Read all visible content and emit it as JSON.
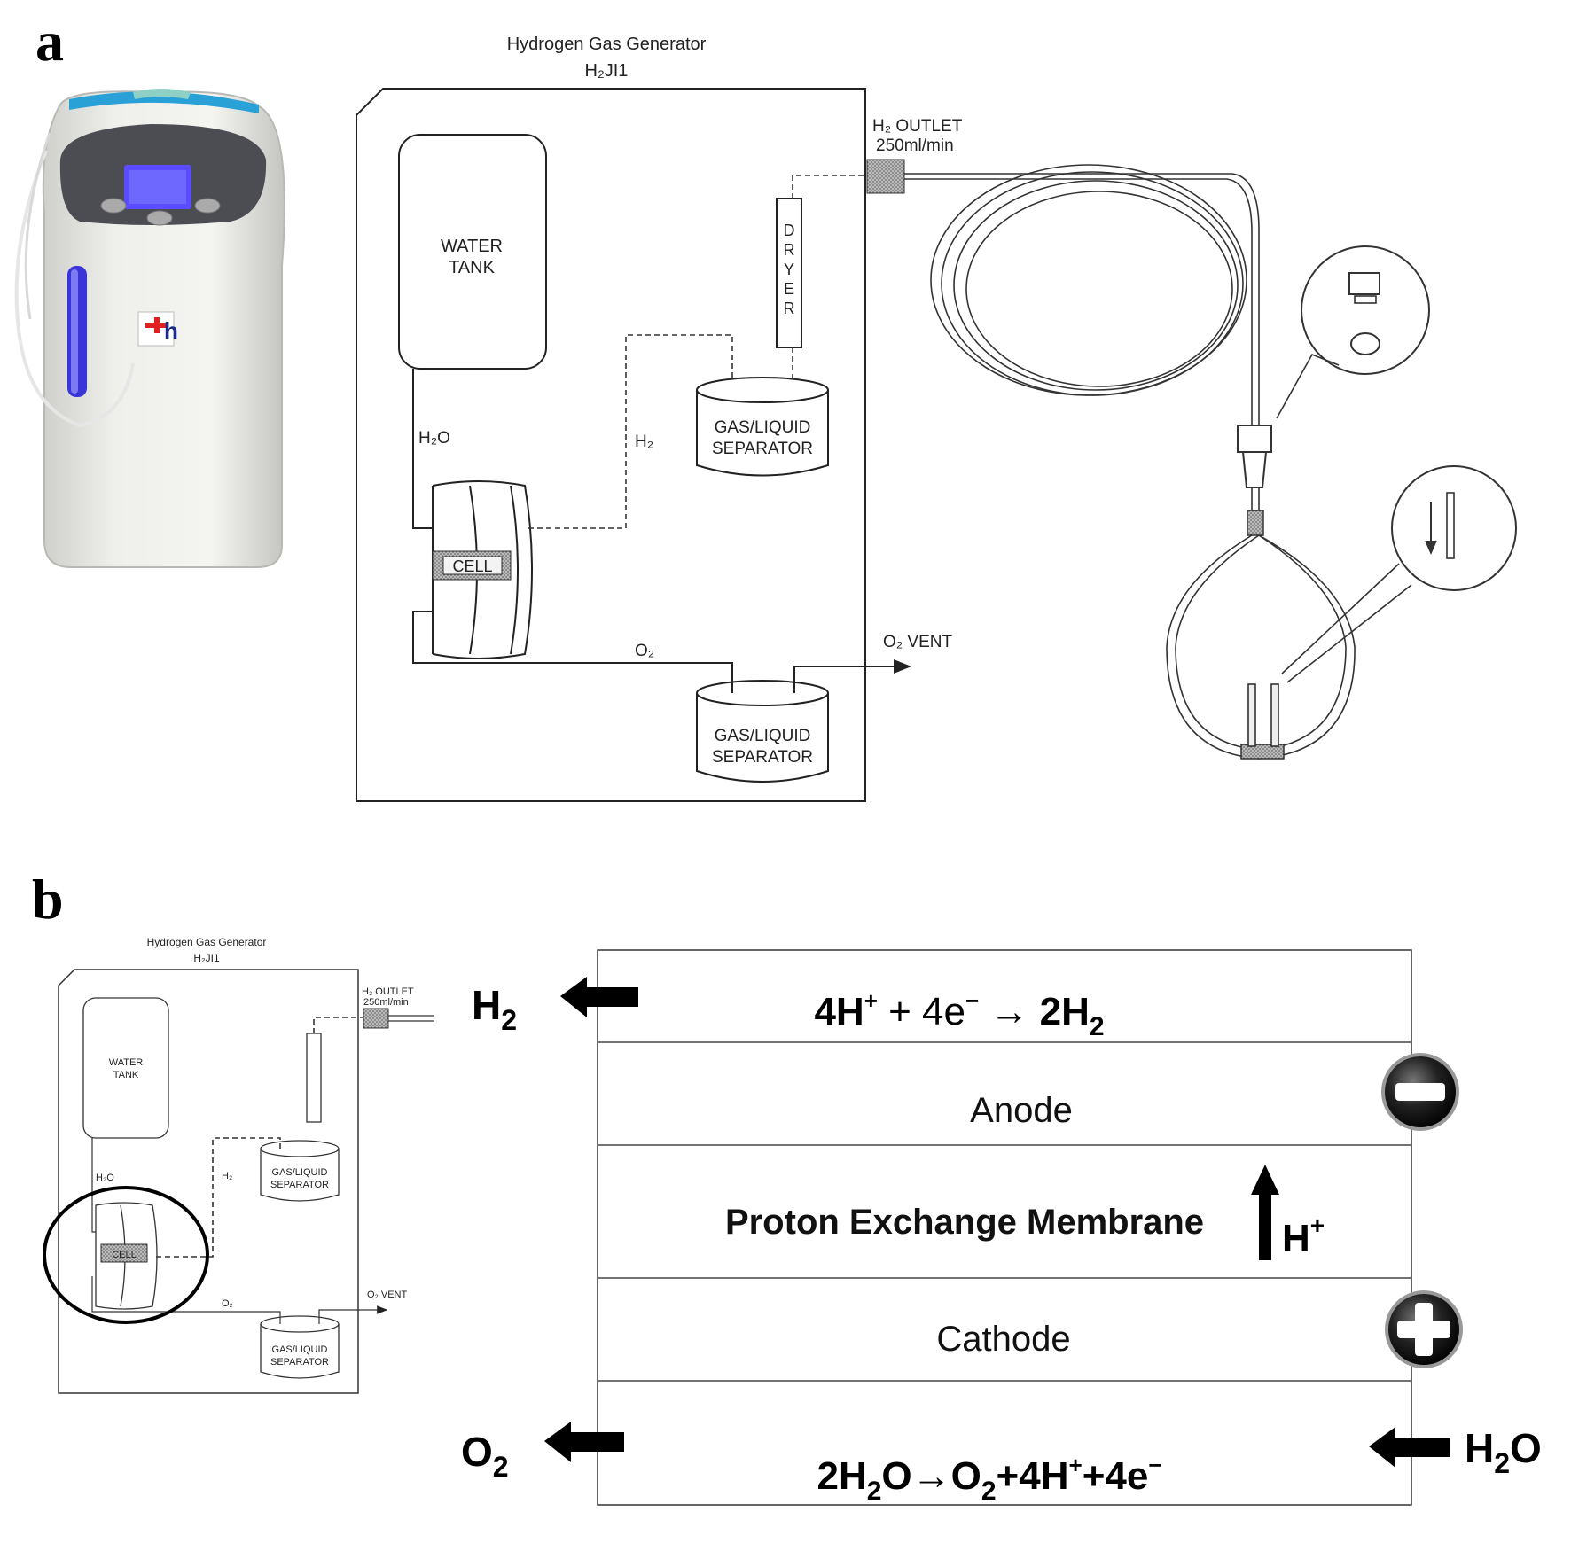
{
  "panels": {
    "a": "a",
    "b": "b"
  },
  "generator": {
    "title": "Hydrogen Gas Generator",
    "model": "H₂JI1",
    "water_tank": [
      "WATER",
      "TANK"
    ],
    "dryer": [
      "D",
      "R",
      "Y",
      "E",
      "R"
    ],
    "separator": [
      "GAS/LIQUID",
      "SEPARATOR"
    ],
    "cell": "CELL",
    "h2o": "H₂O",
    "h2": "H₂",
    "o2": "O₂",
    "o2_vent": "O₂ VENT",
    "outlet_line1": "H₂ OUTLET",
    "outlet_line2": "250ml/min"
  },
  "cell_diagram": {
    "h2_out": "H",
    "h2_sub": "2",
    "o2_out": "O",
    "o2_sub": "2",
    "h2o_in": "H",
    "h2o_sub": "2",
    "h2o_o": "O",
    "cathode_reaction": {
      "a": "4H",
      "sup1": "+",
      "b": " + 4e",
      "sup2": "−",
      "arrow": " → ",
      "c": "2H",
      "sub": "2"
    },
    "anode_reaction": {
      "a": "2H",
      "sub1": "2",
      "b": "O→O",
      "sub2": "2",
      "c": "+4H",
      "sup1": "+",
      "d": "+4e",
      "sup2": "−"
    },
    "layers": {
      "anode": "Anode",
      "membrane": "Proton Exchange Membrane",
      "cathode": "Cathode"
    },
    "proton": "H",
    "proton_sup": "+"
  },
  "device": {
    "logo": "h"
  }
}
